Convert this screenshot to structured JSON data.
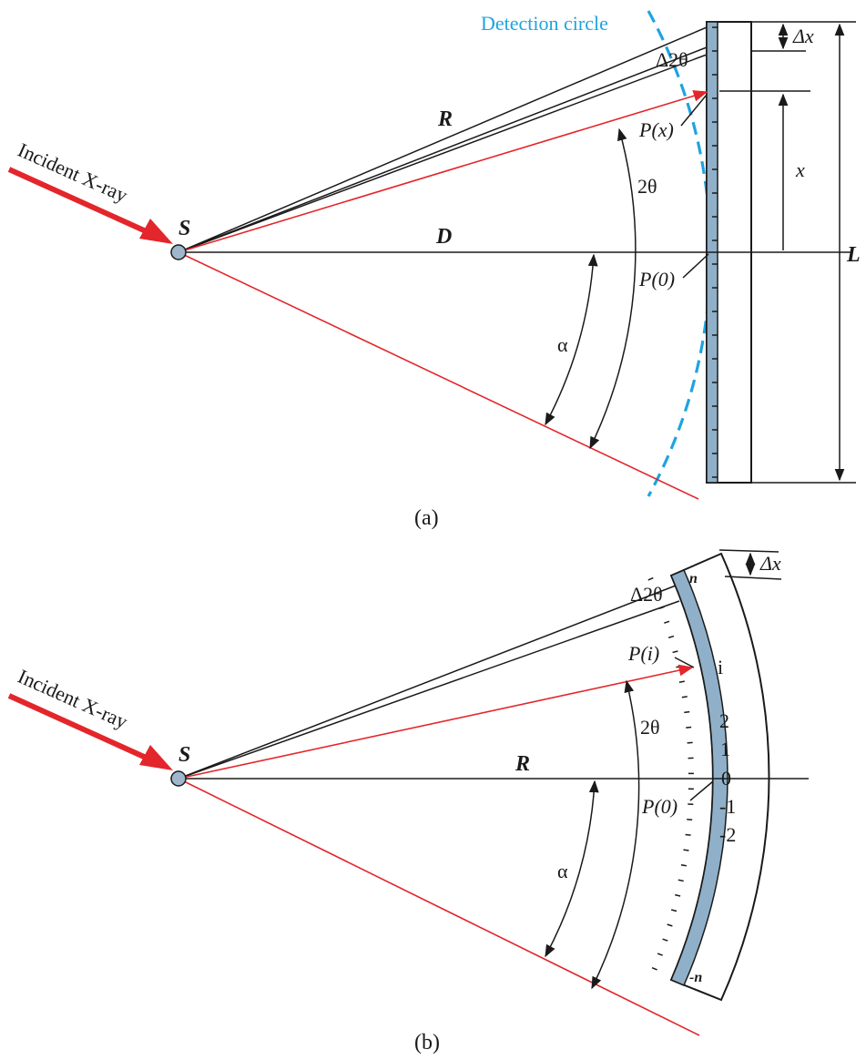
{
  "palette": {
    "ray": "#e3262b",
    "detection_circle": "#1fa3e0",
    "pixel_fill": "#8fb0c8",
    "source_fill": "#9fb6cc",
    "ink": "#1a1a1a"
  },
  "panel_a": {
    "caption": "(a)",
    "detection_circle_label": "Detection circle",
    "incident_label": "Incident X-ray",
    "source_label": "S",
    "R_label": "R",
    "D_label": "D",
    "L_label": "L",
    "x_label": "x",
    "dx_label": "Δx",
    "d2theta_label": "Δ2θ",
    "two_theta_label": "2θ",
    "alpha_label": "α",
    "px_label": "P(x)",
    "p0_label": "P(0)"
  },
  "panel_b": {
    "caption": "(b)",
    "incident_label": "Incident X-ray",
    "source_label": "S",
    "R_label": "R",
    "dx_label": "Δx",
    "d2theta_label": "Δ2θ",
    "two_theta_label": "2θ",
    "alpha_label": "α",
    "pi_label": "P(i)",
    "p0_label": "P(0)",
    "pixel_labels": {
      "n": "n",
      "i": "i",
      "two": "2",
      "one": "1",
      "zero": "0",
      "minus_one": "-1",
      "minus_two": "-2",
      "minus_n": "-n"
    }
  }
}
